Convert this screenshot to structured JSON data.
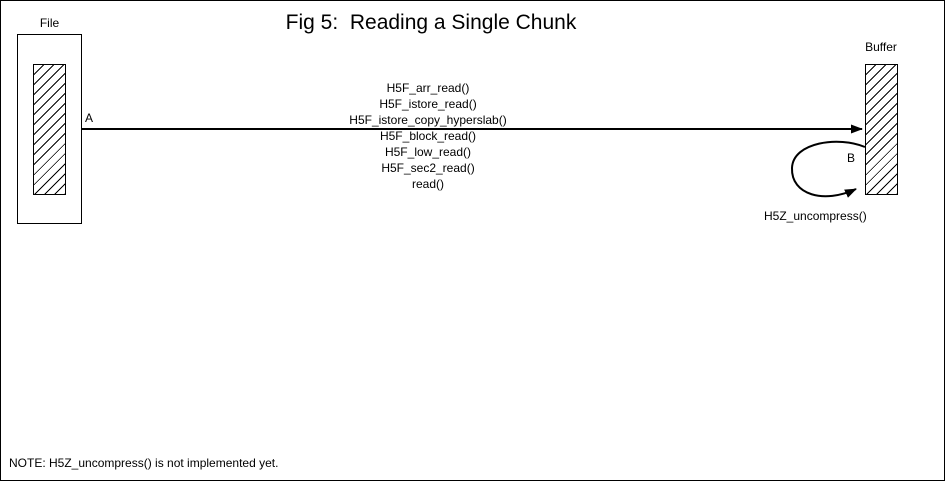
{
  "title": "Fig 5:  Reading a Single Chunk",
  "colors": {
    "ink": "#000000",
    "background": "#ffffff"
  },
  "file": {
    "label": "File"
  },
  "buffer": {
    "label": "Buffer"
  },
  "points": {
    "a": "A",
    "b": "B"
  },
  "call_stack": [
    "H5F_arr_read()",
    "H5F_istore_read()",
    "H5F_istore_copy_hyperslab()",
    "H5F_block_read()",
    "H5F_low_read()",
    "H5F_sec2_read()",
    "read()"
  ],
  "uncompress_label": "H5Z_uncompress()",
  "note": "NOTE: H5Z_uncompress() is not implemented yet."
}
